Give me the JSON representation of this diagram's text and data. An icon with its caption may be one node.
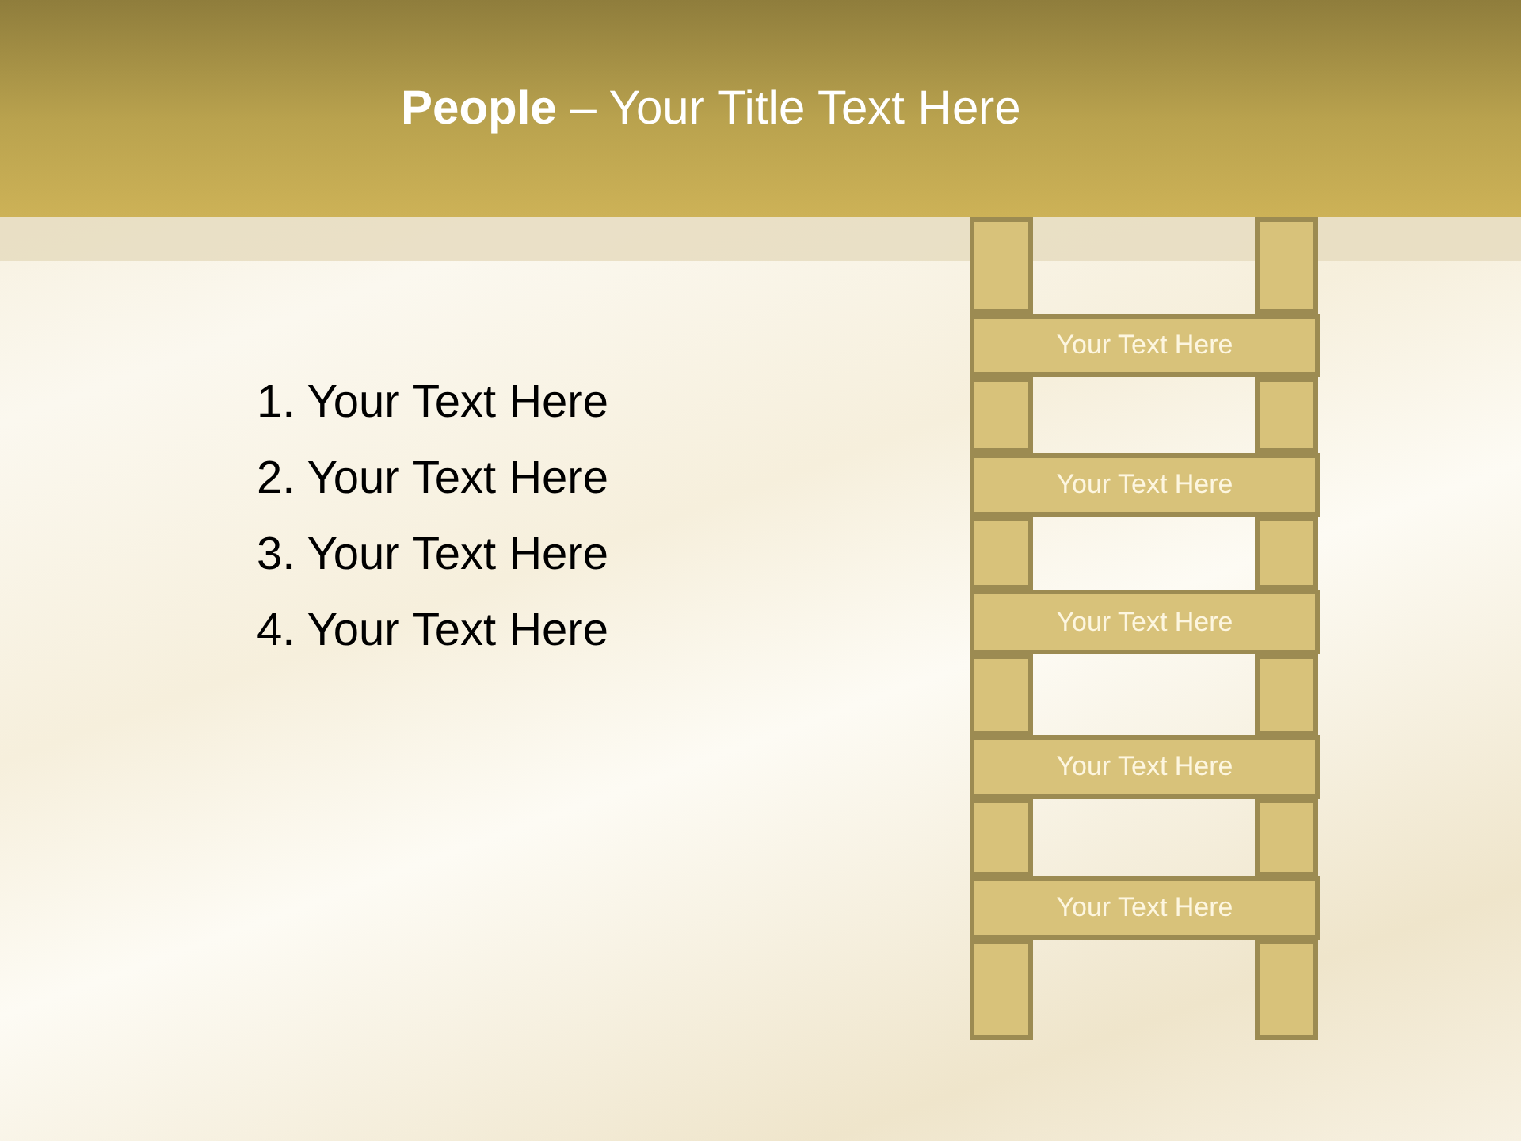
{
  "diagram": {
    "title": "**People** – Your Title Text Here",
    "nodes": [
      {
        "text": [
          "Your Text Here"
        ]
      },
      {
        "text": [
          "Your Text Here"
        ]
      },
      {
        "text": [
          "Your Text Here"
        ]
      },
      {
        "text": [
          "Your Text Here"
        ]
      },
      {
        "text": [
          "Your Text Here"
        ]
      }
    ],
    "labels": [
      "1. Your Text Here",
      "2. Your Text Here",
      "3. Your Text Here",
      "4. Your Text Here"
    ]
  }
}
